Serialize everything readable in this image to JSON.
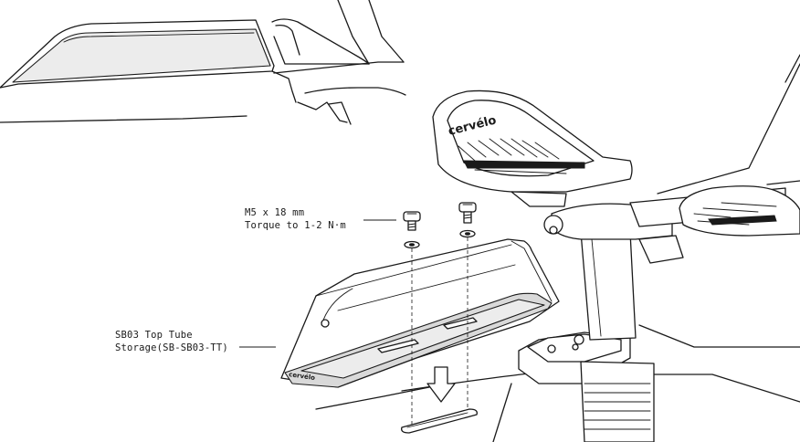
{
  "callouts": {
    "bolt_spec_line1": "M5 x 18 mm",
    "bolt_spec_line2": "Torque to 1-2 N·m",
    "storage_line1": "SB03 Top Tube",
    "storage_line2": "Storage(SB-SB03-TT)"
  },
  "logos": {
    "armrest": "cervélo",
    "storage_box": "cervélo"
  },
  "icons": [
    "bolt-icon",
    "washer-icon",
    "down-arrow-icon"
  ],
  "colors": {
    "line": "#1a1a1a",
    "fill_light": "#ececec",
    "fill_dark": "#d9d9d9",
    "background": "#ffffff"
  }
}
